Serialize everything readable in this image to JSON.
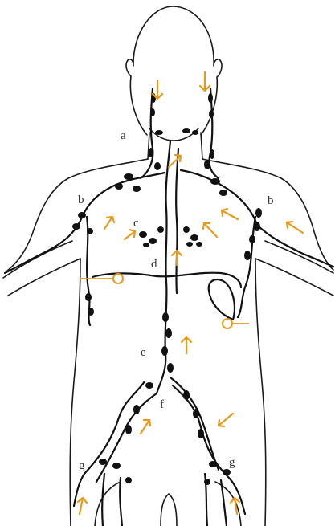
{
  "colors": {
    "arrow": "#e89a1c",
    "ink": "#111111",
    "background": "#ffffff"
  },
  "labels": {
    "a": "a",
    "b_left": "b",
    "b_right": "b",
    "c": "c",
    "d": "d",
    "e": "e",
    "f": "f",
    "g_left": "g",
    "g_right": "g"
  },
  "icons": {
    "flow_arrow": "up-arrow-icon",
    "pointer": "circle-pointer-icon"
  }
}
